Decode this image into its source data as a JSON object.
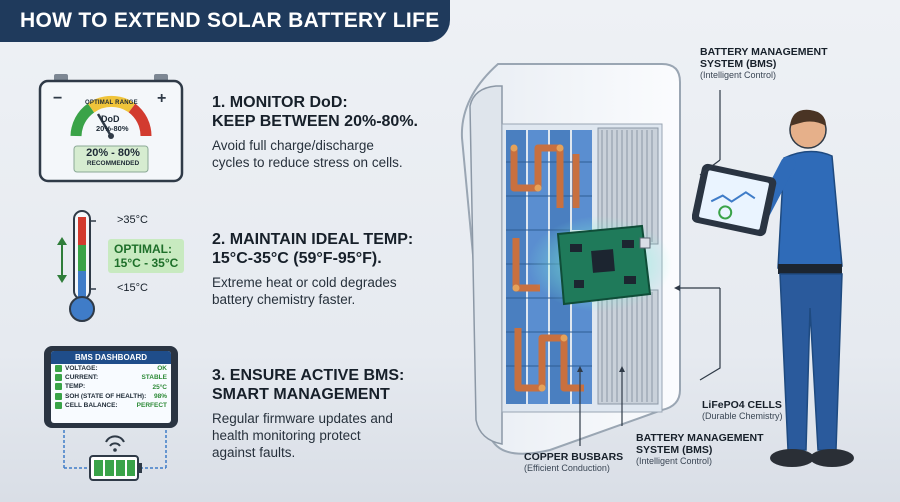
{
  "title": "HOW TO EXTEND SOLAR BATTERY LIFE",
  "tips": [
    {
      "heading_line1": "1. MONITOR DoD:",
      "heading_line2": "KEEP BETWEEN 20%-80%.",
      "body_line1": "Avoid full charge/discharge",
      "body_line2": "cycles to reduce stress on cells."
    },
    {
      "heading_line1": "2. MAINTAIN IDEAL TEMP:",
      "heading_line2": "15°C-35°C (59°F-95°F).",
      "body_line1": "Extreme heat or cold degrades",
      "body_line2": "battery chemistry faster."
    },
    {
      "heading_line1": "3. ENSURE ACTIVE BMS:",
      "heading_line2": "SMART MANAGEMENT",
      "body_line1": "Regular firmware updates and",
      "body_line2": "health monitoring protect",
      "body_line3": "against faults."
    }
  ],
  "gauge": {
    "minus": "−",
    "plus": "+",
    "arc_label": "OPTIMAL RANGE",
    "needle_label_1": "DoD",
    "needle_label_2": "20%-80%",
    "readout": "20% - 80%",
    "readout_sub": "RECOMMENDED"
  },
  "thermometer": {
    "high": ">35°C",
    "optimal_1": "OPTIMAL:",
    "optimal_2": "15°C - 35°C",
    "low": "<15°C"
  },
  "bms_dashboard": {
    "title": "BMS DASHBOARD",
    "rows": [
      {
        "label": "VOLTAGE:",
        "value": "OK"
      },
      {
        "label": "CURRENT:",
        "value": "STABLE"
      },
      {
        "label": "TEMP:",
        "value": "25°C"
      },
      {
        "label": "SOH (STATE OF HEALTH):",
        "value": "98%"
      },
      {
        "label": "CELL BALANCE:",
        "value": "PERFECT"
      }
    ]
  },
  "callouts": {
    "bms_top_1": "BATTERY MANAGEMENT",
    "bms_top_2": "SYSTEM (BMS)",
    "bms_top_sub": "(Intelligent Control)",
    "cells": "LiFePO4 CELLS",
    "cells_sub": "(Durable Chemistry)",
    "bms_bottom_1": "BATTERY MANAGEMENT",
    "bms_bottom_2": "SYSTEM (BMS)",
    "bms_bottom_sub": "(Intelligent Control)",
    "busbars": "COPPER BUSBARS",
    "busbars_sub": "(Efficient Conduction)"
  },
  "colors": {
    "title_bg": "#1f3a5c",
    "accent_blue": "#1f4d8a",
    "green": "#3aa348",
    "red": "#d23b2f",
    "copper": "#c8703f",
    "cell_blue": "#4a7fc0"
  }
}
